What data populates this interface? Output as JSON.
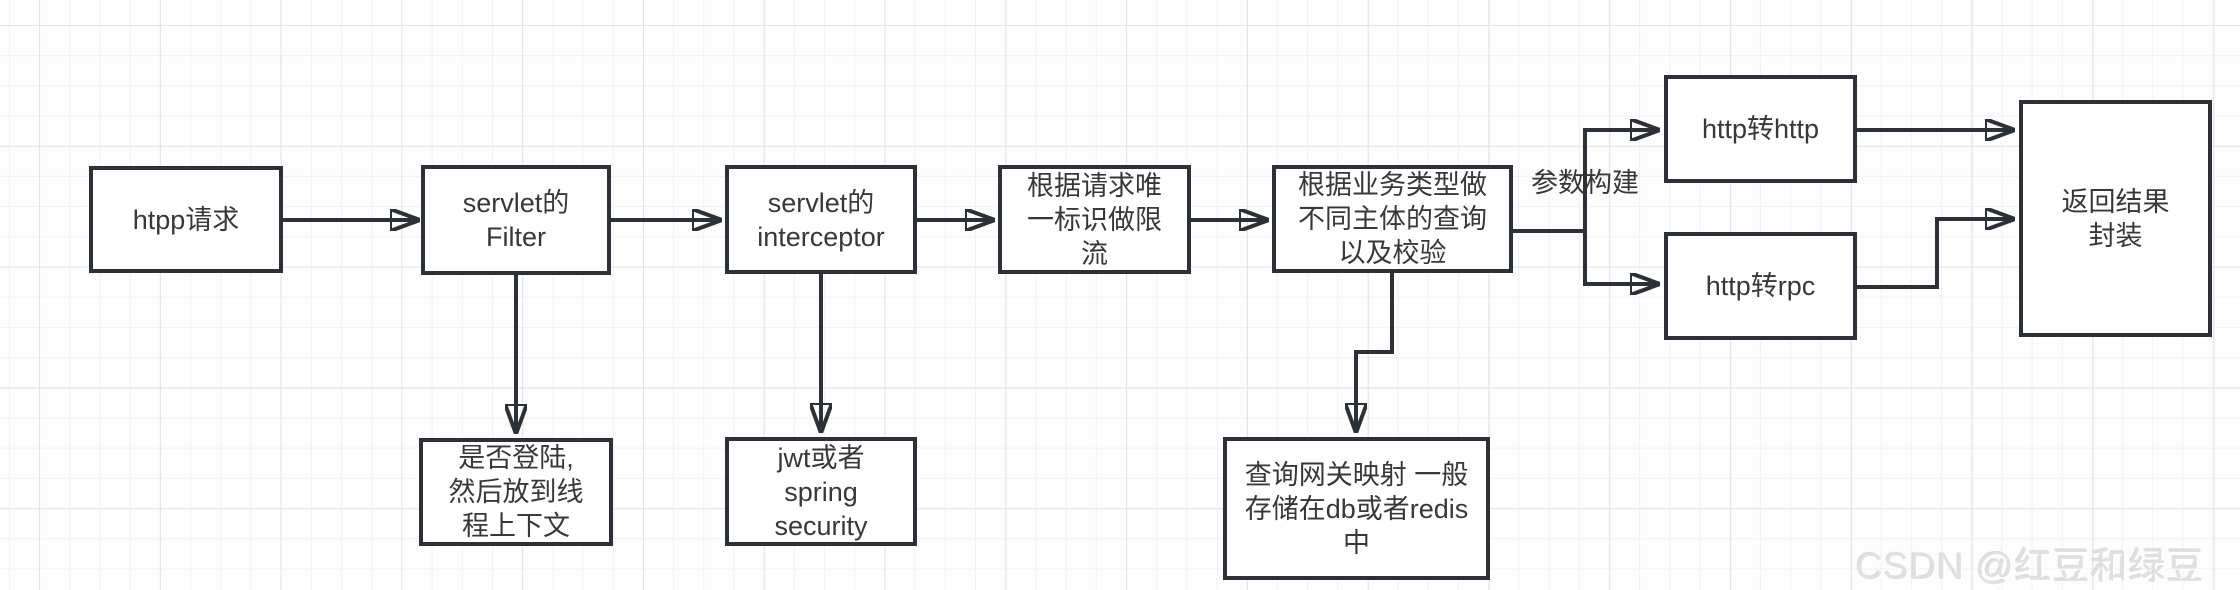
{
  "diagram": {
    "title": "http gateway request flow",
    "nodes": [
      {
        "id": "http-request",
        "label": "htpp请求"
      },
      {
        "id": "servlet-filter",
        "label": "servlet的\nFilter"
      },
      {
        "id": "servlet-interceptor",
        "label": "servlet的\ninterceptor"
      },
      {
        "id": "rate-limit",
        "label": "根据请求唯\n一标识做限\n流"
      },
      {
        "id": "business-check",
        "label": "根据业务类型做\n不同主体的查询\n以及校验"
      },
      {
        "id": "http-to-http",
        "label": "http转http"
      },
      {
        "id": "http-to-rpc",
        "label": "http转rpc"
      },
      {
        "id": "result-wrap",
        "label": "返回结果封装"
      },
      {
        "id": "login-check",
        "label": "是否登陆,\n然后放到线\n程上下文"
      },
      {
        "id": "jwt-spring",
        "label": "jwt或者\nspring\nsecurity"
      },
      {
        "id": "gateway-mapping",
        "label": "查询网关映射 一般\n存储在db或者redis\n中"
      }
    ],
    "edge_label": "参数构建"
  },
  "watermark": {
    "text": "CSDN @红豆和绿豆"
  },
  "colors": {
    "background": "#fdfdfd",
    "grid_minor": "#f1f1f1",
    "grid_major": "#e3e3e3",
    "node_border": "#2b3137",
    "node_fill": "#ffffff",
    "node_text": "#383838",
    "arrow": "#2b3137",
    "watermark_text": "#e0e0e0"
  }
}
